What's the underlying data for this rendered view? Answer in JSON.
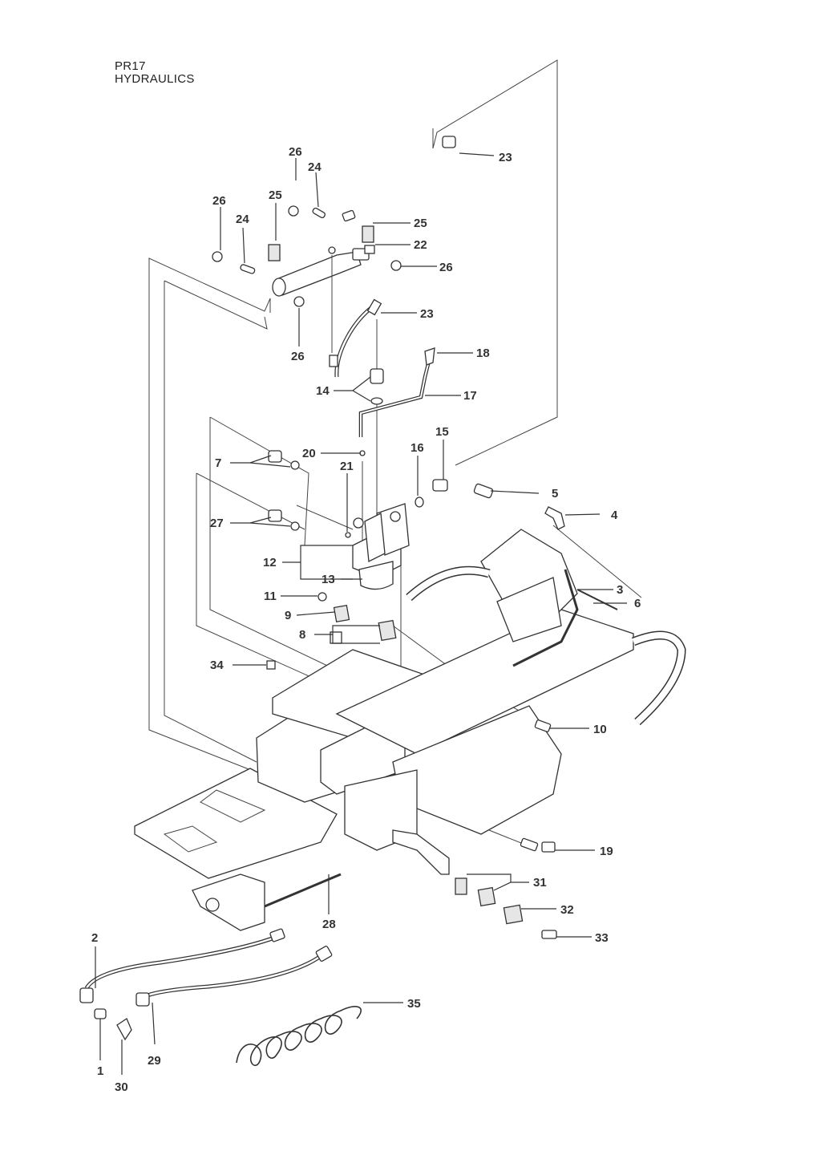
{
  "header": {
    "code": "PR17",
    "title": "HYDRAULICS"
  },
  "callouts": [
    {
      "id": "c23a",
      "num": "23"
    },
    {
      "id": "c26a",
      "num": "26"
    },
    {
      "id": "c24a",
      "num": "24"
    },
    {
      "id": "c25a",
      "num": "25"
    },
    {
      "id": "c26b",
      "num": "26"
    },
    {
      "id": "c24b",
      "num": "24"
    },
    {
      "id": "c25b",
      "num": "25"
    },
    {
      "id": "c22",
      "num": "22"
    },
    {
      "id": "c26c",
      "num": "26"
    },
    {
      "id": "c26d",
      "num": "26"
    },
    {
      "id": "c23b",
      "num": "23"
    },
    {
      "id": "c18",
      "num": "18"
    },
    {
      "id": "c14",
      "num": "14"
    },
    {
      "id": "c17",
      "num": "17"
    },
    {
      "id": "c15",
      "num": "15"
    },
    {
      "id": "c16",
      "num": "16"
    },
    {
      "id": "c20",
      "num": "20"
    },
    {
      "id": "c7",
      "num": "7"
    },
    {
      "id": "c21",
      "num": "21"
    },
    {
      "id": "c5",
      "num": "5"
    },
    {
      "id": "c4",
      "num": "4"
    },
    {
      "id": "c27",
      "num": "27"
    },
    {
      "id": "c12",
      "num": "12"
    },
    {
      "id": "c13",
      "num": "13"
    },
    {
      "id": "c3",
      "num": "3"
    },
    {
      "id": "c6",
      "num": "6"
    },
    {
      "id": "c11",
      "num": "11"
    },
    {
      "id": "c9",
      "num": "9"
    },
    {
      "id": "c8",
      "num": "8"
    },
    {
      "id": "c34",
      "num": "34"
    },
    {
      "id": "c10",
      "num": "10"
    },
    {
      "id": "c19",
      "num": "19"
    },
    {
      "id": "c31",
      "num": "31"
    },
    {
      "id": "c32",
      "num": "32"
    },
    {
      "id": "c33",
      "num": "33"
    },
    {
      "id": "c28",
      "num": "28"
    },
    {
      "id": "c2",
      "num": "2"
    },
    {
      "id": "c35",
      "num": "35"
    },
    {
      "id": "c1",
      "num": "1"
    },
    {
      "id": "c29",
      "num": "29"
    },
    {
      "id": "c30",
      "num": "30"
    }
  ]
}
